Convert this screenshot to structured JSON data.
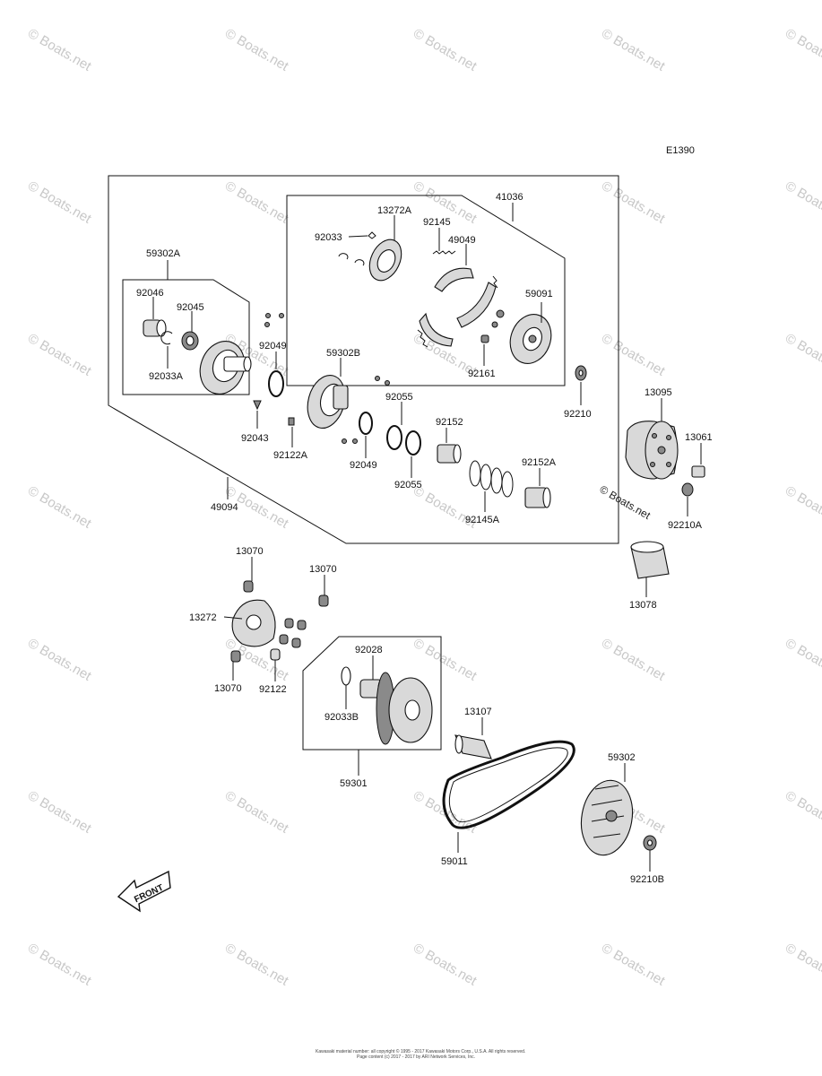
{
  "diagram_id": "E1390",
  "watermark": "© Boats.net",
  "stamp": "© Boats.net",
  "front_arrow": "FRONT",
  "footer": {
    "line1": "Kawasaki material number: all copyright © 1995 - 2017 Kawasaki Motors Corp., U.S.A. All rights reserved.",
    "line2": "Page content (c) 2017 - 2017 by ARI Network Services, Inc."
  },
  "parts": {
    "p59302A": "59302A",
    "p92046": "92046",
    "p92045": "92045",
    "p92033A": "92033A",
    "p13272A": "13272A",
    "p41036": "41036",
    "p92033": "92033",
    "p92145": "92145",
    "p49049": "49049",
    "p59091": "59091",
    "p92161": "92161",
    "p92049a": "92049",
    "p59302B": "59302B",
    "p92043": "92043",
    "p92122A": "92122A",
    "p92055a": "92055",
    "p92152": "92152",
    "p92049b": "92049",
    "p92055b": "92055",
    "p92152A": "92152A",
    "p92145A": "92145A",
    "p92210": "92210",
    "p49094": "49094",
    "p13095": "13095",
    "p13061": "13061",
    "p92210A": "92210A",
    "p13078": "13078",
    "p13070a": "13070",
    "p13070b": "13070",
    "p13272": "13272",
    "p13070c": "13070",
    "p92122": "92122",
    "p92028": "92028",
    "p92033B": "92033B",
    "p59301": "59301",
    "p13107": "13107",
    "p59302": "59302",
    "p59011": "59011",
    "p92210B": "92210B"
  }
}
